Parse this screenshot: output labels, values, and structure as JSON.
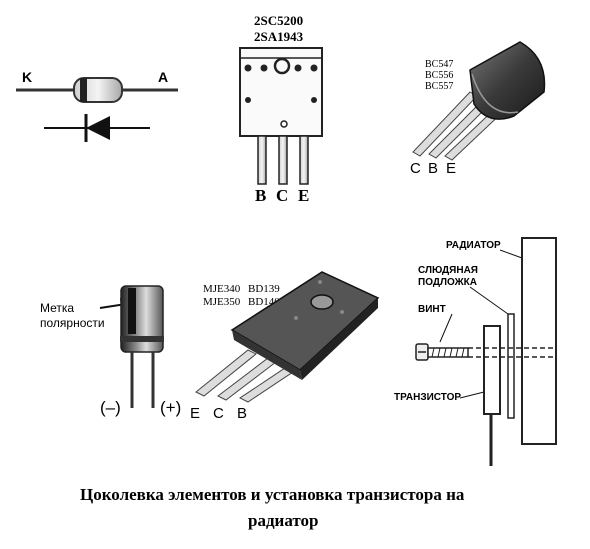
{
  "diode": {
    "cathode_label": "K",
    "anode_label": "A"
  },
  "to3p": {
    "part_line1": "2SC5200",
    "part_line2": "2SA1943",
    "pin_b": "B",
    "pin_c": "C",
    "pin_e": "E"
  },
  "to92": {
    "part_line1": "BC547",
    "part_line2": "BC556",
    "part_line3": "BC557",
    "pin_c": "C",
    "pin_b": "B",
    "pin_e": "E"
  },
  "capacitor": {
    "polarity_label_line1": "Метка",
    "polarity_label_line2": "полярности",
    "minus_label": "(–)",
    "plus_label": "(+)"
  },
  "to126": {
    "part_line1_a": "MJE340",
    "part_line1_b": "BD139",
    "part_line2_a": "MJE350",
    "part_line2_b": "BD140",
    "pin_e": "E",
    "pin_c": "C",
    "pin_b": "B"
  },
  "mounting": {
    "radiator_label": "РАДИАТОР",
    "mica_line1": "СЛЮДЯНАЯ",
    "mica_line2": "ПОДЛОЖКА",
    "screw_label": "ВИНТ",
    "transistor_label": "ТРАНЗИСТОР"
  },
  "caption": {
    "line1": "Цоколевка элементов и установка транзистора на",
    "line2": "радиатор"
  }
}
